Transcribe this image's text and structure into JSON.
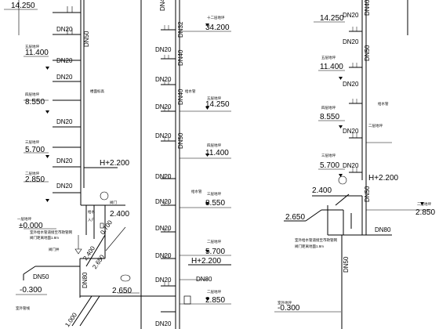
{
  "left_panel": {
    "dn20": [
      "DN20",
      "DN20",
      "DN20",
      "DN20",
      "DN20",
      "DN20"
    ],
    "dn50": "DN50",
    "dn80": "DN80",
    "dn50_bottom": "DN50",
    "floor_names": [
      "五层地坪",
      "四层地坪",
      "三层地坪",
      "二层地坪",
      "一层地坪"
    ],
    "elevations": [
      "14.250",
      "11.400",
      "8.550",
      "5.700",
      "2.850",
      "±0.000"
    ],
    "elev_h": "H+2.200",
    "elev_2400": "2.400",
    "elev_2650": "2.650",
    "elev_neg300": "-0.300",
    "slope_0700": "0.700",
    "slope_2400": "2.400",
    "slope_2650": "2.650",
    "slope_1000": "1.000",
    "note_valve": "阀门井",
    "note_meter_1": "室外给水管道接至市政管网",
    "note_meter_2": "阀门距离地面1.8m",
    "note_top": "楼面标高",
    "label_small": [
      "阀门",
      "给水",
      "入户",
      "室外管线"
    ]
  },
  "middle_panel": {
    "dn_vertical": [
      "DN40",
      "DN32",
      "DN50",
      "DN40",
      "DN20",
      "DN20",
      "DN20",
      "DN20",
      "DN20",
      "DN20",
      "DN20",
      "DN20",
      "DN20",
      "DN20"
    ],
    "dn80": "DN80",
    "elevations": [
      "34.200",
      "14.250",
      "11.400",
      "8.550",
      "5.700",
      "2.850"
    ],
    "elev_h": "H+2.200",
    "floor_names": [
      "十二层地坪",
      "五层地坪",
      "四层地坪",
      "三层地坪",
      "二层地坪",
      "二层地坪"
    ],
    "note_pipe": [
      "给水管",
      "给水管"
    ]
  },
  "right_panel": {
    "dn_vertical": [
      "DN40",
      "DN50",
      "DN50",
      "DN80",
      "DN20",
      "DN20",
      "DN20",
      "DN20",
      "DN20",
      "DN50"
    ],
    "elevations": [
      "14.250",
      "11.400",
      "8.550",
      "5.700",
      "2.400",
      "2.650",
      "2.850",
      "-0.300"
    ],
    "elev_h": "H+2.200",
    "floor_names": [
      "五层地坪",
      "四层地坪",
      "三层地坪",
      "二层地坪",
      "二层地坪",
      "室外地坪"
    ],
    "note_meter_1": "室外给水管道接至市政管网",
    "note_meter_2": "阀门距离地面1.8m",
    "note_pipe": "给水管",
    "bottom_dn": "DN50"
  }
}
